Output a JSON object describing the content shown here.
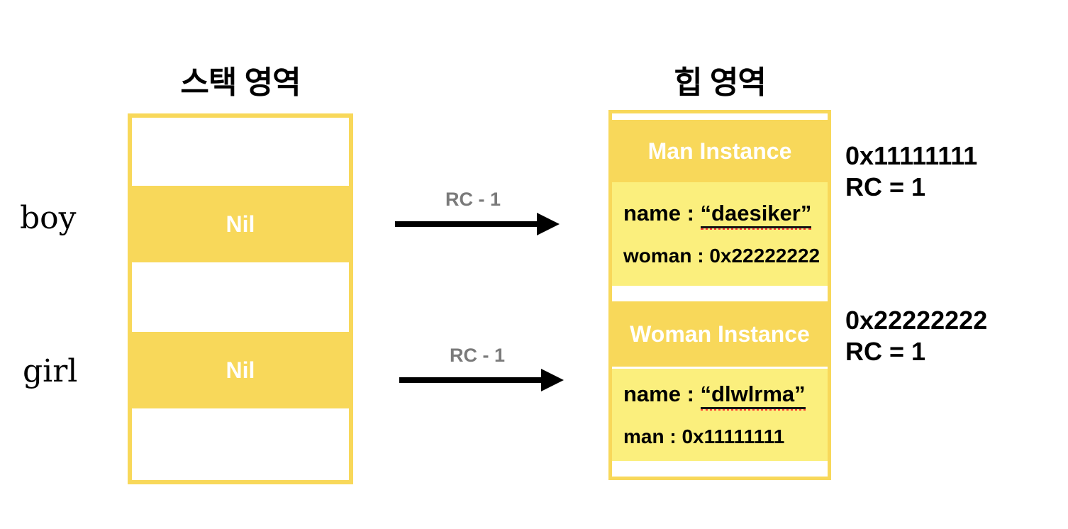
{
  "titles": {
    "stack": "스택 영역",
    "heap": "힙 영역"
  },
  "stack": {
    "boy_label": "boy",
    "girl_label": "girl",
    "nil_label": "Nil"
  },
  "arrows": [
    {
      "label": "RC - 1"
    },
    {
      "label": "RC - 1"
    }
  ],
  "heap": {
    "man": {
      "title": "Man Instance",
      "name_label": "name : ",
      "name_value": "“daesiker”",
      "ref_field": "woman : 0x22222222"
    },
    "woman": {
      "title": "Woman Instance",
      "name_label": "name : ",
      "name_value": "“dlwlrma”",
      "ref_field": "man : 0x11111111"
    }
  },
  "annotations": {
    "man": {
      "address": "0x11111111",
      "rc": "RC = 1"
    },
    "woman": {
      "address": "0x22222222",
      "rc": "RC = 1"
    }
  },
  "colors": {
    "yellow": "#F8D85A",
    "light_yellow": "#FBEF7D",
    "arrow_black": "#000000",
    "rc_label_gray": "#7A7A7A",
    "spellcheck_red": "#FF3B30"
  }
}
